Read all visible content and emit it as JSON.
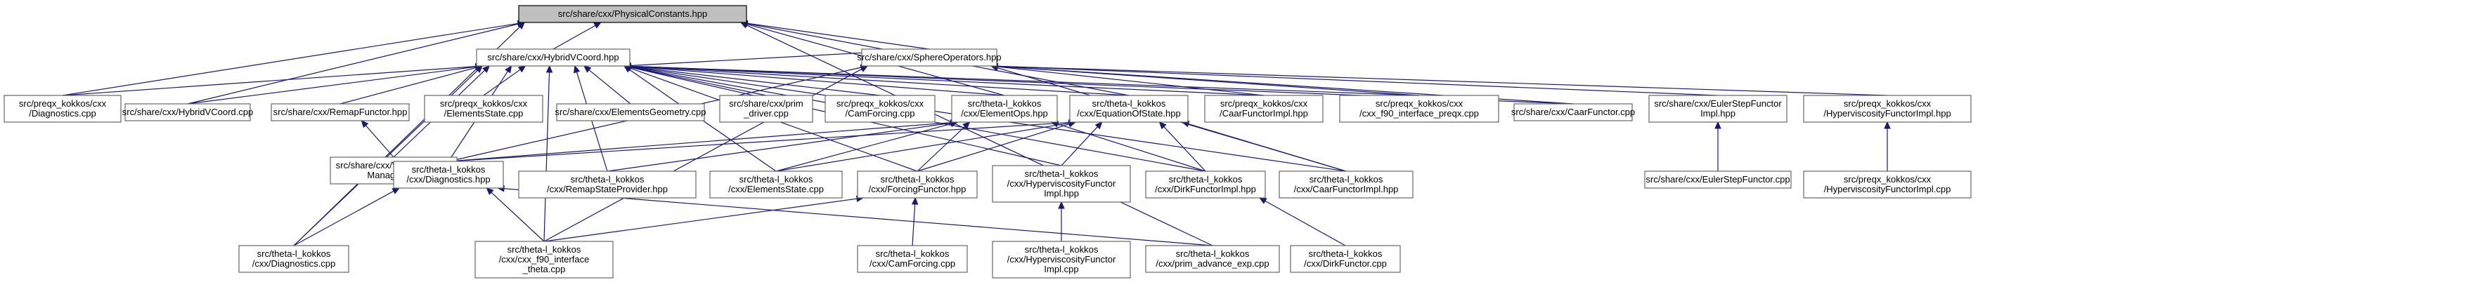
{
  "diagram": {
    "type": "include-dependency-graph",
    "colors": {
      "edge": "#191970",
      "node_border": "#666666",
      "root_fill": "#bfbfbf",
      "node_fill": "#ffffff"
    },
    "nodes": [
      {
        "id": "pc",
        "lines": [
          "src/share/cxx/PhysicalConstants.hpp"
        ],
        "root": true
      },
      {
        "id": "hv",
        "lines": [
          "src/share/cxx/HybridVCoord.hpp"
        ]
      },
      {
        "id": "so",
        "lines": [
          "src/share/cxx/SphereOperators.hpp"
        ]
      },
      {
        "id": "pdg",
        "lines": [
          "src/preqx_kokkos/cxx",
          "/Diagnostics.cpp"
        ]
      },
      {
        "id": "hvc",
        "lines": [
          "src/share/cxx/HybridVCoord.cpp"
        ]
      },
      {
        "id": "rfh",
        "lines": [
          "src/share/cxx/RemapFunctor.hpp"
        ]
      },
      {
        "id": "pes",
        "lines": [
          "src/preqx_kokkos/cxx",
          "/ElementsState.cpp"
        ]
      },
      {
        "id": "eg",
        "lines": [
          "src/share/cxx/ElementsGeometry.cpp"
        ]
      },
      {
        "id": "pd",
        "lines": [
          "src/share/cxx/prim",
          "_driver.cpp"
        ]
      },
      {
        "id": "pcf",
        "lines": [
          "src/preqx_kokkos/cxx",
          "/CamForcing.cpp"
        ]
      },
      {
        "id": "eo",
        "lines": [
          "src/theta-l_kokkos",
          "/cxx/ElementOps.hpp"
        ]
      },
      {
        "id": "eos",
        "lines": [
          "src/theta-l_kokkos",
          "/cxx/EquationOfState.hpp"
        ]
      },
      {
        "id": "pcfi",
        "lines": [
          "src/preqx_kokkos/cxx",
          "/CaarFunctorImpl.hpp"
        ]
      },
      {
        "id": "pf90",
        "lines": [
          "src/preqx_kokkos/cxx",
          "/cxx_f90_interface_preqx.cpp"
        ]
      },
      {
        "id": "cf",
        "lines": [
          "src/share/cxx/CaarFunctor.cpp"
        ]
      },
      {
        "id": "esf",
        "lines": [
          "src/share/cxx/EulerStepFunctor",
          "Impl.hpp"
        ]
      },
      {
        "id": "phvi",
        "lines": [
          "src/preqx_kokkos/cxx",
          "/HyperviscosityFunctorImpl.hpp"
        ]
      },
      {
        "id": "vrm",
        "lines": [
          "src/share/cxx/VerticalRemap",
          "Manager.cpp"
        ]
      },
      {
        "id": "tdh",
        "lines": [
          "src/theta-l_kokkos",
          "/cxx/Diagnostics.hpp"
        ]
      },
      {
        "id": "rsp",
        "lines": [
          "src/theta-l_kokkos",
          "/cxx/RemapStateProvider.hpp"
        ]
      },
      {
        "id": "tes",
        "lines": [
          "src/theta-l_kokkos",
          "/cxx/ElementsState.cpp"
        ]
      },
      {
        "id": "tff",
        "lines": [
          "src/theta-l_kokkos",
          "/cxx/ForcingFunctor.hpp"
        ]
      },
      {
        "id": "thv",
        "lines": [
          "src/theta-l_kokkos",
          "/cxx/HyperviscosityFunctor",
          "Impl.hpp"
        ]
      },
      {
        "id": "tdf",
        "lines": [
          "src/theta-l_kokkos",
          "/cxx/DirkFunctorImpl.hpp"
        ]
      },
      {
        "id": "tcf",
        "lines": [
          "src/theta-l_kokkos",
          "/cxx/CaarFunctorImpl.hpp"
        ]
      },
      {
        "id": "esfc",
        "lines": [
          "src/share/cxx/EulerStepFunctor.cpp"
        ]
      },
      {
        "id": "phvc",
        "lines": [
          "src/preqx_kokkos/cxx",
          "/HyperviscosityFunctorImpl.cpp"
        ]
      },
      {
        "id": "tdc",
        "lines": [
          "src/theta-l_kokkos",
          "/cxx/Diagnostics.cpp"
        ]
      },
      {
        "id": "tf90",
        "lines": [
          "src/theta-l_kokkos",
          "/cxx/cxx_f90_interface",
          "_theta.cpp"
        ]
      },
      {
        "id": "tcam",
        "lines": [
          "src/theta-l_kokkos",
          "/cxx/CamForcing.cpp"
        ]
      },
      {
        "id": "thvc",
        "lines": [
          "src/theta-l_kokkos",
          "/cxx/HyperviscosityFunctor",
          "Impl.cpp"
        ]
      },
      {
        "id": "tpa",
        "lines": [
          "src/theta-l_kokkos",
          "/cxx/prim_advance_exp.cpp"
        ]
      },
      {
        "id": "tdfc",
        "lines": [
          "src/theta-l_kokkos",
          "/cxx/DirkFunctor.cpp"
        ]
      }
    ],
    "edges": [
      [
        "hv",
        "pc"
      ],
      [
        "so",
        "pc"
      ],
      [
        "pdg",
        "pc"
      ],
      [
        "hvc",
        "pc"
      ],
      [
        "eo",
        "pc"
      ],
      [
        "eos",
        "pc"
      ],
      [
        "tdc",
        "pc"
      ],
      [
        "tpa",
        "pc"
      ],
      [
        "pdg",
        "hv"
      ],
      [
        "hvc",
        "hv"
      ],
      [
        "rfh",
        "hv"
      ],
      [
        "pes",
        "hv"
      ],
      [
        "eg",
        "hv"
      ],
      [
        "pd",
        "hv"
      ],
      [
        "pcf",
        "hv"
      ],
      [
        "eo",
        "hv"
      ],
      [
        "eos",
        "hv"
      ],
      [
        "pcfi",
        "hv"
      ],
      [
        "pf90",
        "hv"
      ],
      [
        "cf",
        "hv"
      ],
      [
        "vrm",
        "hv"
      ],
      [
        "tdh",
        "hv"
      ],
      [
        "rsp",
        "hv"
      ],
      [
        "tes",
        "hv"
      ],
      [
        "tff",
        "hv"
      ],
      [
        "thv",
        "hv"
      ],
      [
        "tdf",
        "hv"
      ],
      [
        "tcf",
        "hv"
      ],
      [
        "tf90",
        "hv"
      ],
      [
        "tdc",
        "hv"
      ],
      [
        "so",
        "hv"
      ],
      [
        "pcfi",
        "so"
      ],
      [
        "pf90",
        "so"
      ],
      [
        "cf",
        "so"
      ],
      [
        "esf",
        "so"
      ],
      [
        "phvi",
        "so"
      ],
      [
        "tdh",
        "so"
      ],
      [
        "tcf",
        "so"
      ],
      [
        "tf90",
        "so"
      ],
      [
        "vrm",
        "rfh"
      ],
      [
        "esfc",
        "esf"
      ],
      [
        "phvc",
        "phvi"
      ],
      [
        "tdh",
        "eo"
      ],
      [
        "rsp",
        "eo"
      ],
      [
        "tes",
        "eo"
      ],
      [
        "tff",
        "eo"
      ],
      [
        "tdf",
        "eo"
      ],
      [
        "tdh",
        "eos"
      ],
      [
        "tes",
        "eos"
      ],
      [
        "tff",
        "eos"
      ],
      [
        "thv",
        "eos"
      ],
      [
        "tdf",
        "eos"
      ],
      [
        "tcf",
        "eos"
      ],
      [
        "tdc",
        "tdh"
      ],
      [
        "tf90",
        "tdh"
      ],
      [
        "tpa",
        "tdh"
      ],
      [
        "tf90",
        "tff"
      ],
      [
        "tcam",
        "tff"
      ],
      [
        "thvc",
        "thv"
      ],
      [
        "tdfc",
        "tdf"
      ]
    ]
  }
}
